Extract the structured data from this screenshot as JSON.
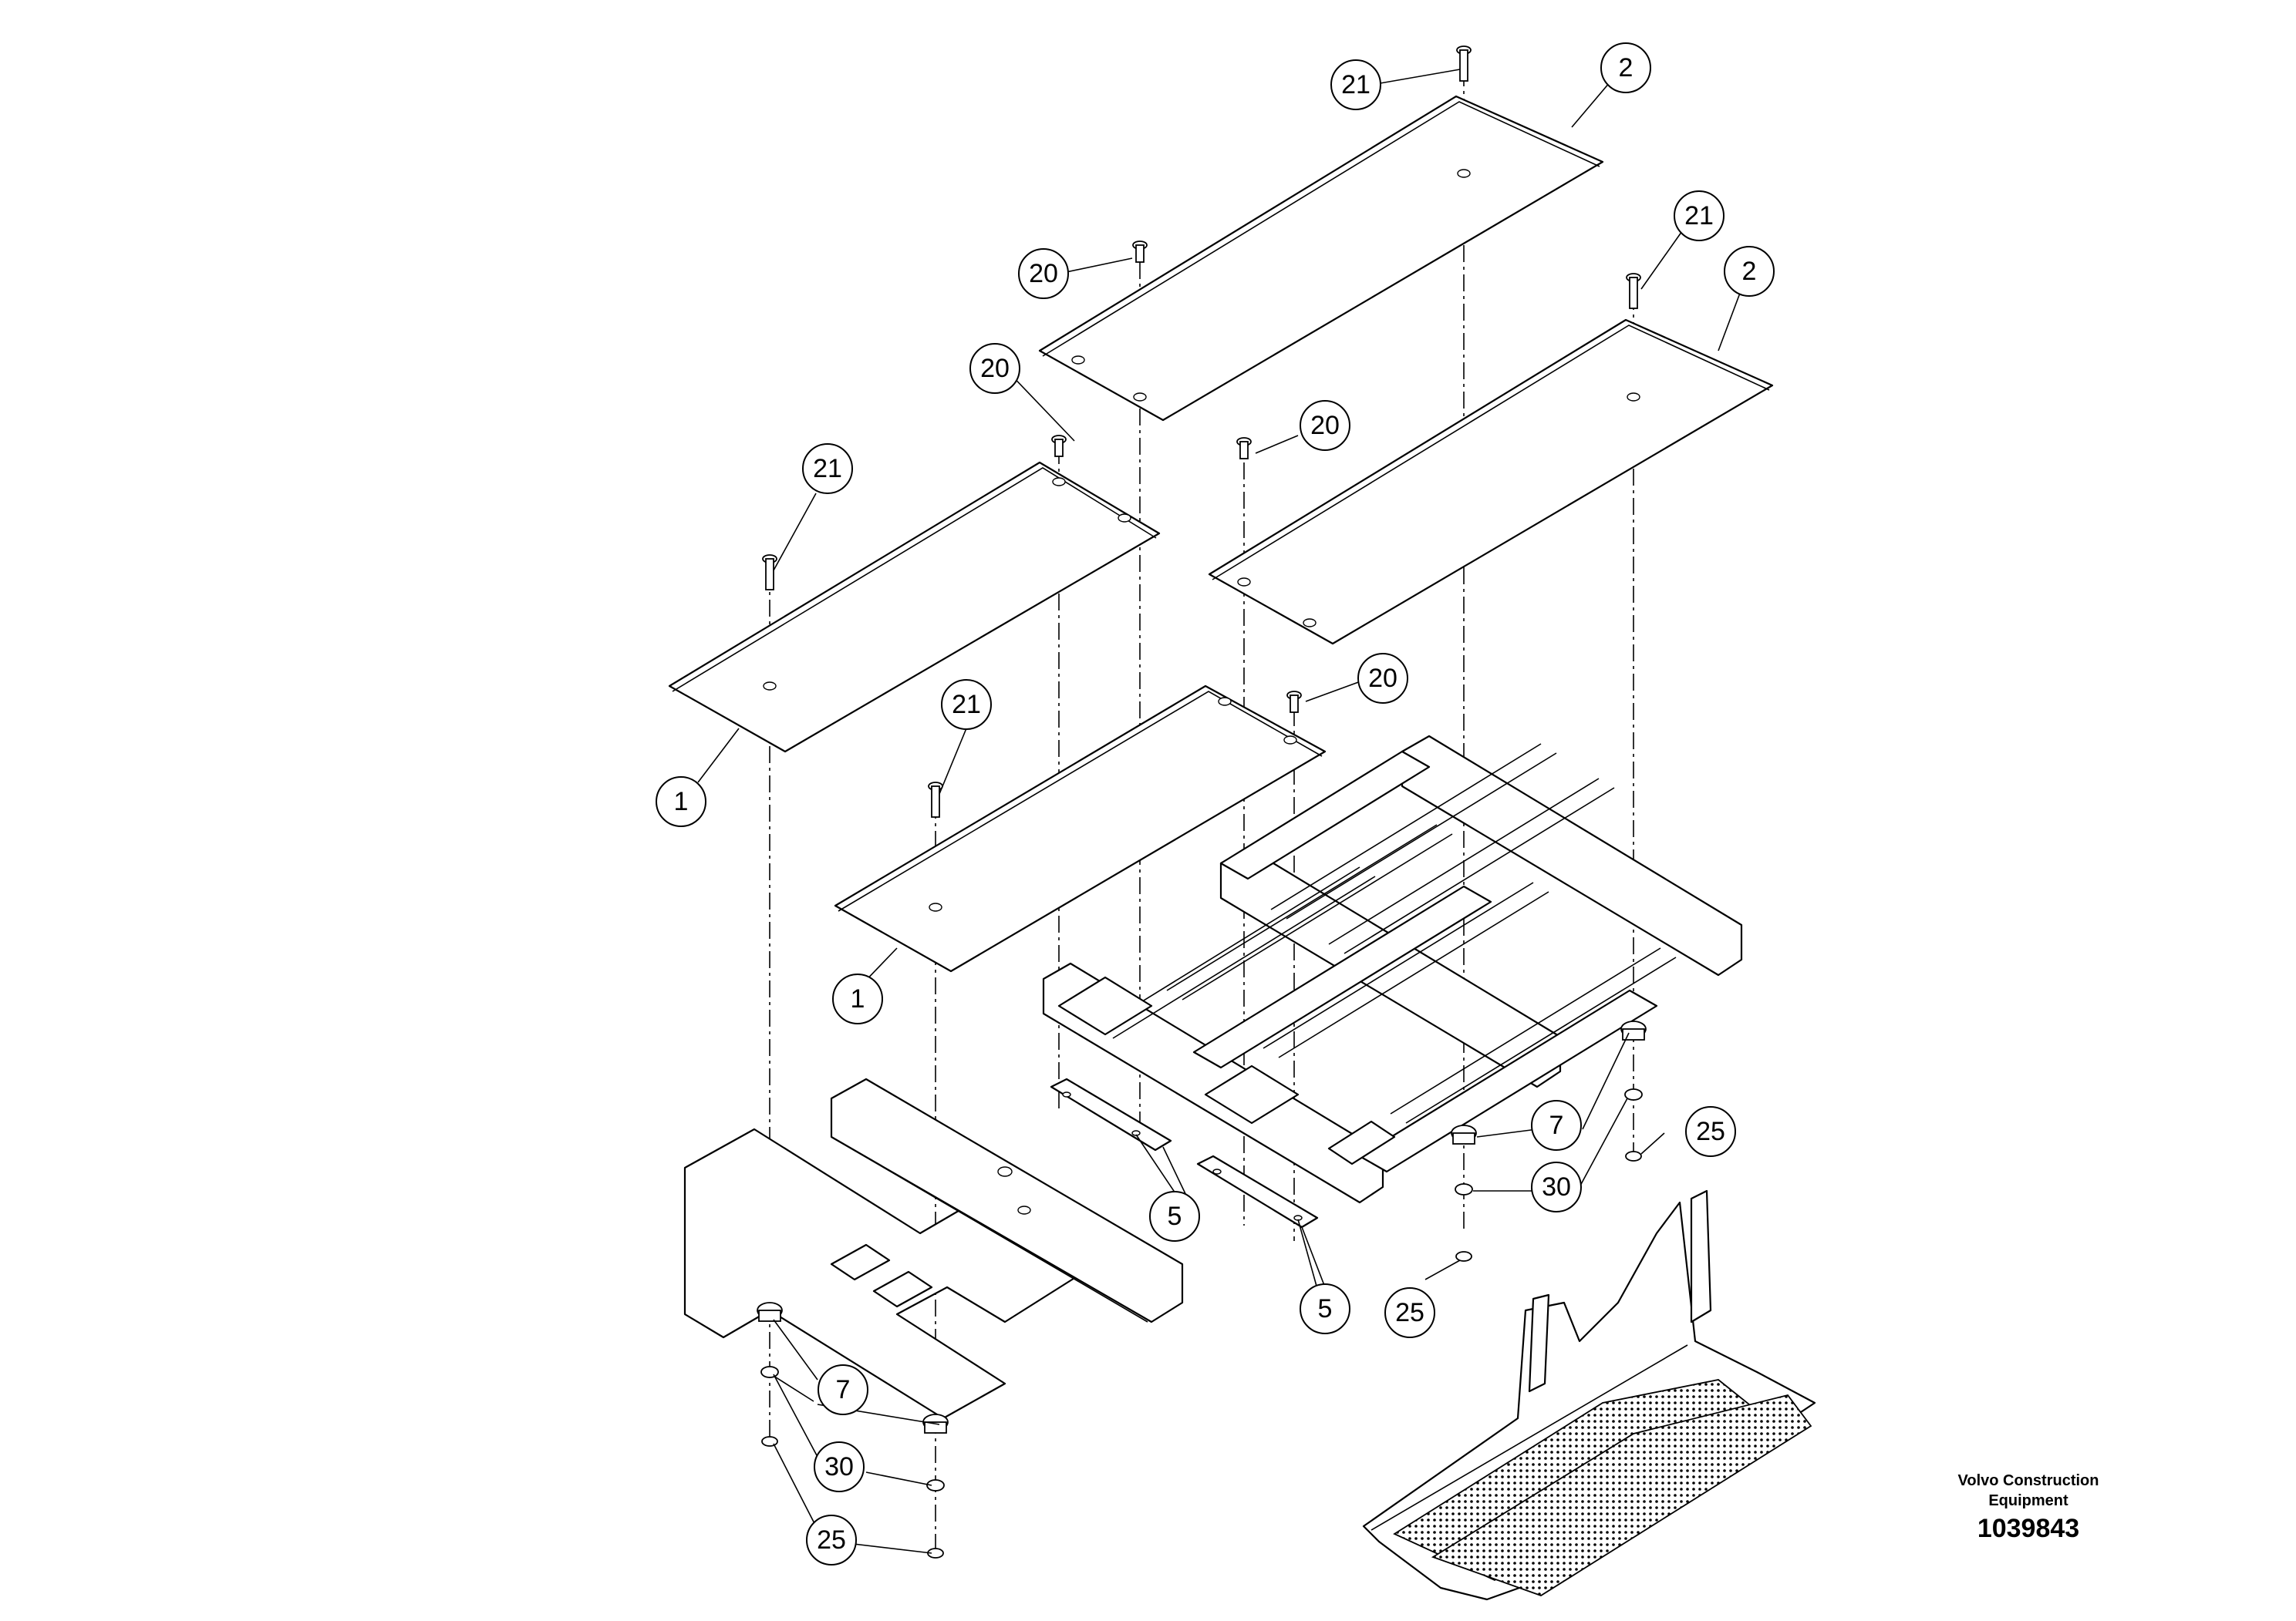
{
  "callouts": [
    {
      "id": "c-21-top",
      "label": "21"
    },
    {
      "id": "c-2-top",
      "label": "2"
    },
    {
      "id": "c-20-topleft",
      "label": "20"
    },
    {
      "id": "c-21-right",
      "label": "21"
    },
    {
      "id": "c-2-right",
      "label": "2"
    },
    {
      "id": "c-20-mid",
      "label": "20"
    },
    {
      "id": "c-20-right",
      "label": "20"
    },
    {
      "id": "c-21-left",
      "label": "21"
    },
    {
      "id": "c-21-center",
      "label": "21"
    },
    {
      "id": "c-20-lower",
      "label": "20"
    },
    {
      "id": "c-1-left",
      "label": "1"
    },
    {
      "id": "c-1-center",
      "label": "1"
    },
    {
      "id": "c-7-right",
      "label": "7"
    },
    {
      "id": "c-30-right",
      "label": "30"
    },
    {
      "id": "c-25-right",
      "label": "25"
    },
    {
      "id": "c-25-mid",
      "label": "25"
    },
    {
      "id": "c-5-upper",
      "label": "5"
    },
    {
      "id": "c-5-lower",
      "label": "5"
    },
    {
      "id": "c-7-left",
      "label": "7"
    },
    {
      "id": "c-30-left",
      "label": "30"
    },
    {
      "id": "c-25-left",
      "label": "25"
    }
  ],
  "brand": {
    "line1": "Volvo Construction",
    "line2": "Equipment"
  },
  "drawing_number": "1039843"
}
